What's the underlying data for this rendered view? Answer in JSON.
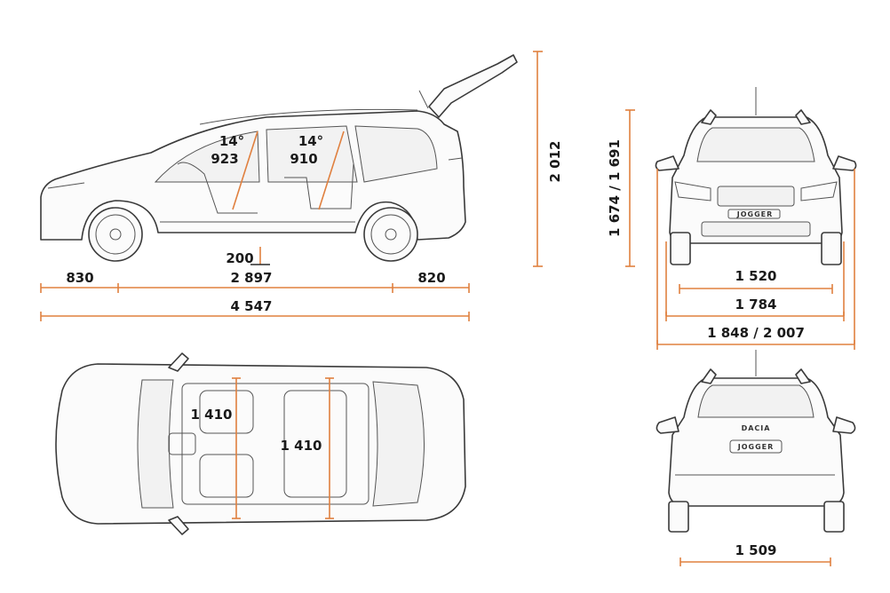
{
  "diagram": {
    "side_view": {
      "seat_angle_front": "14°",
      "seat_height_front": "923",
      "seat_angle_rear": "14°",
      "seat_height_rear": "910",
      "ground_clearance": "200",
      "front_overhang": "830",
      "wheelbase": "2 897",
      "rear_overhang": "820",
      "overall_length": "4 547",
      "height_tailgate_open": "2 012"
    },
    "front_view": {
      "height": "1 674 / 1 691",
      "front_track": "1 520",
      "body_width": "1 784",
      "width_with_mirrors": "1 848 / 2 007",
      "grille_badge": "JOGGER"
    },
    "top_view": {
      "front_elbow_width": "1 410",
      "rear_elbow_width": "1 410"
    },
    "rear_view": {
      "rear_track": "1 509",
      "brand_badge": "DACIA",
      "model_badge": "JOGGER"
    }
  }
}
